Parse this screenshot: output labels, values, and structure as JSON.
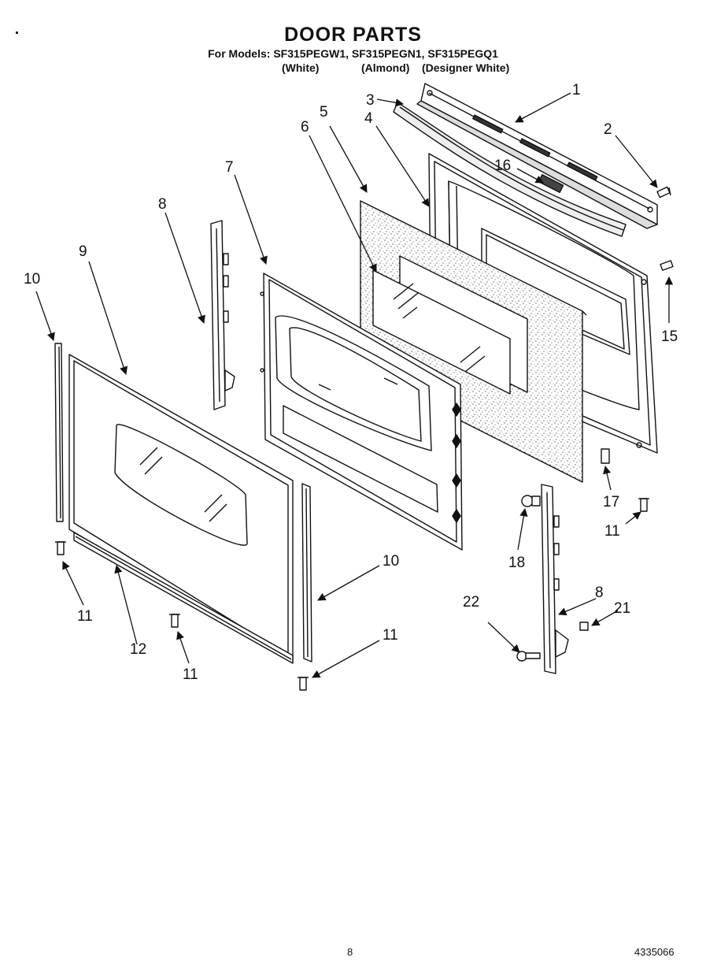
{
  "header": {
    "title": "DOOR PARTS",
    "models_line": "For Models: SF315PEGW1, SF315PEGN1, SF315PEGQ1",
    "colors": [
      "(White)",
      "(Almond)",
      "(Designer White)"
    ]
  },
  "callouts": [
    {
      "id": "c-1",
      "text": "1"
    },
    {
      "id": "c-2",
      "text": "2"
    },
    {
      "id": "c-3",
      "text": "3"
    },
    {
      "id": "c-4",
      "text": "4"
    },
    {
      "id": "c-5",
      "text": "5"
    },
    {
      "id": "c-6",
      "text": "6"
    },
    {
      "id": "c-7",
      "text": "7"
    },
    {
      "id": "c-8a",
      "text": "8"
    },
    {
      "id": "c-8b",
      "text": "8"
    },
    {
      "id": "c-9",
      "text": "9"
    },
    {
      "id": "c-10a",
      "text": "10"
    },
    {
      "id": "c-10b",
      "text": "10"
    },
    {
      "id": "c-11a",
      "text": "11"
    },
    {
      "id": "c-11b",
      "text": "11"
    },
    {
      "id": "c-11c",
      "text": "11"
    },
    {
      "id": "c-11d",
      "text": "11"
    },
    {
      "id": "c-12",
      "text": "12"
    },
    {
      "id": "c-15",
      "text": "15"
    },
    {
      "id": "c-16",
      "text": "16"
    },
    {
      "id": "c-17",
      "text": "17"
    },
    {
      "id": "c-18",
      "text": "18"
    },
    {
      "id": "c-21",
      "text": "21"
    },
    {
      "id": "c-22",
      "text": "22"
    }
  ],
  "footer": {
    "page_number": "8",
    "document_number": "4335066"
  }
}
